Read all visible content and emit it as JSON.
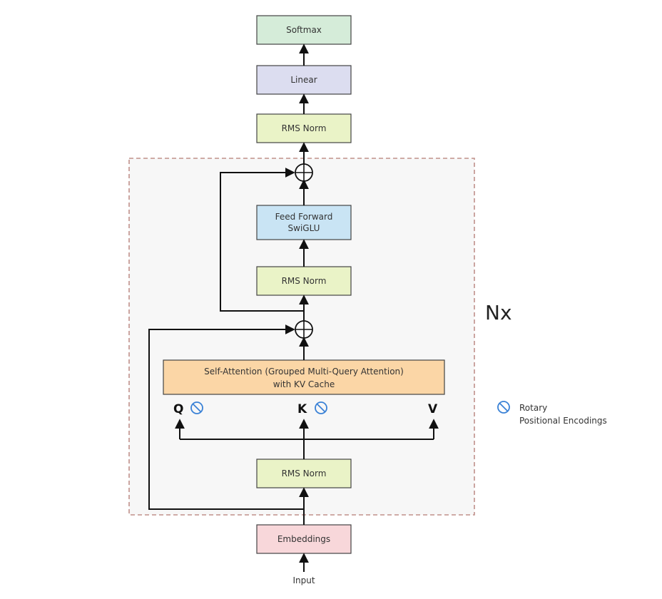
{
  "blocks": {
    "softmax": {
      "label": "Softmax",
      "fill": "#d5ecd9"
    },
    "linear": {
      "label": "Linear",
      "fill": "#dcddf0"
    },
    "rms_norm_top": {
      "label": "RMS Norm",
      "fill": "#eaf3c7"
    },
    "feed_forward": {
      "line1": "Feed Forward",
      "line2": "SwiGLU",
      "fill": "#c9e4f4"
    },
    "rms_norm_mid": {
      "label": "RMS Norm",
      "fill": "#eaf3c7"
    },
    "self_attention": {
      "line1": "Self-Attention (Grouped Multi-Query Attention)",
      "line2": "with KV Cache",
      "fill": "#fbd6a6"
    },
    "rms_norm_bottom": {
      "label": "RMS Norm",
      "fill": "#eaf3c7"
    },
    "embeddings": {
      "label": "Embeddings",
      "fill": "#f8d7da"
    }
  },
  "qkv": {
    "q": "Q",
    "k": "K",
    "v": "V"
  },
  "repeat_label": "Nx",
  "input_label": "Input",
  "legend": {
    "line1": "Rotary",
    "line2": "Positional Encodings"
  },
  "colors": {
    "rotary_icon": "#3b82d6",
    "dashed_border": "#c0908a",
    "group_background": "#f7f7f7",
    "stroke": "#444444",
    "arrow": "#111111"
  }
}
